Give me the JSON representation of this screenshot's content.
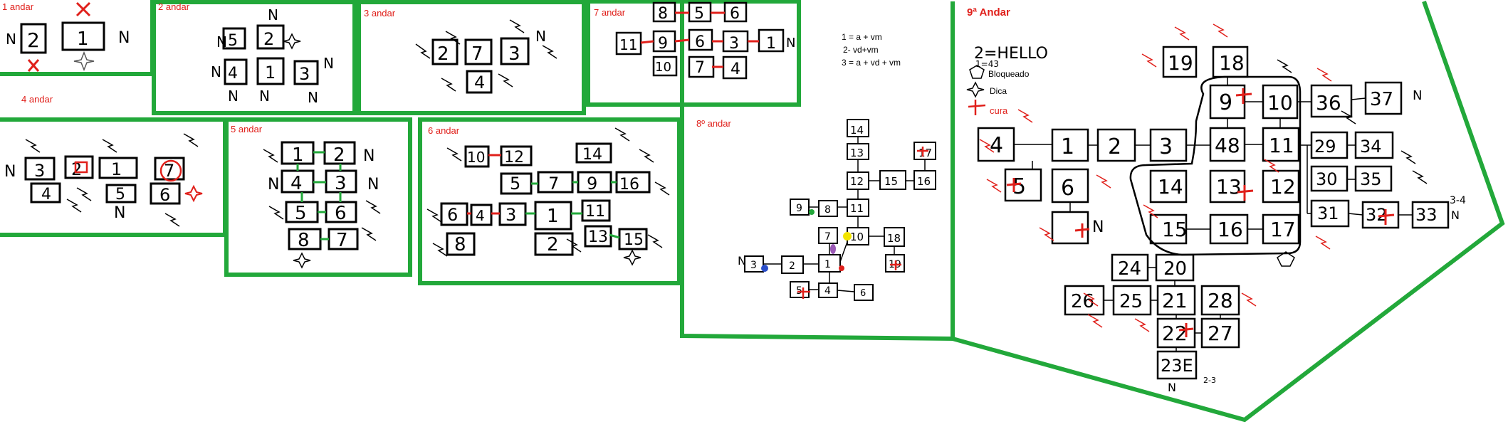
{
  "floors": {
    "f1": {
      "title": "1 andar",
      "rooms": [
        "2",
        "1"
      ]
    },
    "f2": {
      "title": "2 andar",
      "rooms": [
        "5",
        "2",
        "4",
        "1",
        "3"
      ]
    },
    "f3": {
      "title": "3 andar",
      "rooms": [
        "2",
        "7",
        "3",
        "4"
      ]
    },
    "f4": {
      "title": "4 andar",
      "rooms": [
        "3",
        "2",
        "1",
        "7",
        "4",
        "5",
        "6"
      ]
    },
    "f5": {
      "title": "5 andar",
      "rooms": [
        "1",
        "2",
        "4",
        "3",
        "5",
        "6",
        "8",
        "7"
      ]
    },
    "f6": {
      "title": "6 andar",
      "rooms": [
        "10",
        "12",
        "14",
        "5",
        "7",
        "9",
        "16",
        "6",
        "4",
        "3",
        "1",
        "11",
        "8",
        "2",
        "13",
        "15"
      ]
    },
    "f7": {
      "title": "7 andar",
      "rooms": [
        "8",
        "5",
        "6",
        "11",
        "9",
        "6",
        "3",
        "1",
        "10",
        "7",
        "4"
      ]
    },
    "f8": {
      "title": "8º andar",
      "rooms": [
        "14",
        "13",
        "17",
        "12",
        "15",
        "16",
        "9",
        "8",
        "11",
        "7",
        "10",
        "18",
        "3",
        "2",
        "1",
        "19",
        "5",
        "4",
        "6"
      ]
    },
    "f9": {
      "title": "9ª Andar",
      "rooms": [
        "19",
        "18",
        "9",
        "10",
        "36",
        "37",
        "4",
        "1",
        "2",
        "3",
        "48",
        "11",
        "29",
        "34",
        "5",
        "6",
        "14",
        "13",
        "12",
        "30",
        "35",
        "31",
        "32",
        "33",
        "15",
        "16",
        "17",
        "24",
        "20",
        "26",
        "25",
        "21",
        "28",
        "22",
        "27",
        "23E"
      ]
    }
  },
  "formulas": {
    "line1": "1 = a + vm",
    "line2": "2- vd+vm",
    "line3": "3 = a + vd + vm"
  },
  "legend": {
    "hello": "2=HELLO",
    "hello_sub": "1=43",
    "blocked": "Bloqueado",
    "tip": "Dica",
    "cure": "cura"
  },
  "marks": {
    "n": "N",
    "nine_extra": "3-4",
    "nine_extra2": "2-3"
  },
  "colors": {
    "frame": "#22a83a",
    "red": "#e0201b",
    "black": "#000000"
  }
}
